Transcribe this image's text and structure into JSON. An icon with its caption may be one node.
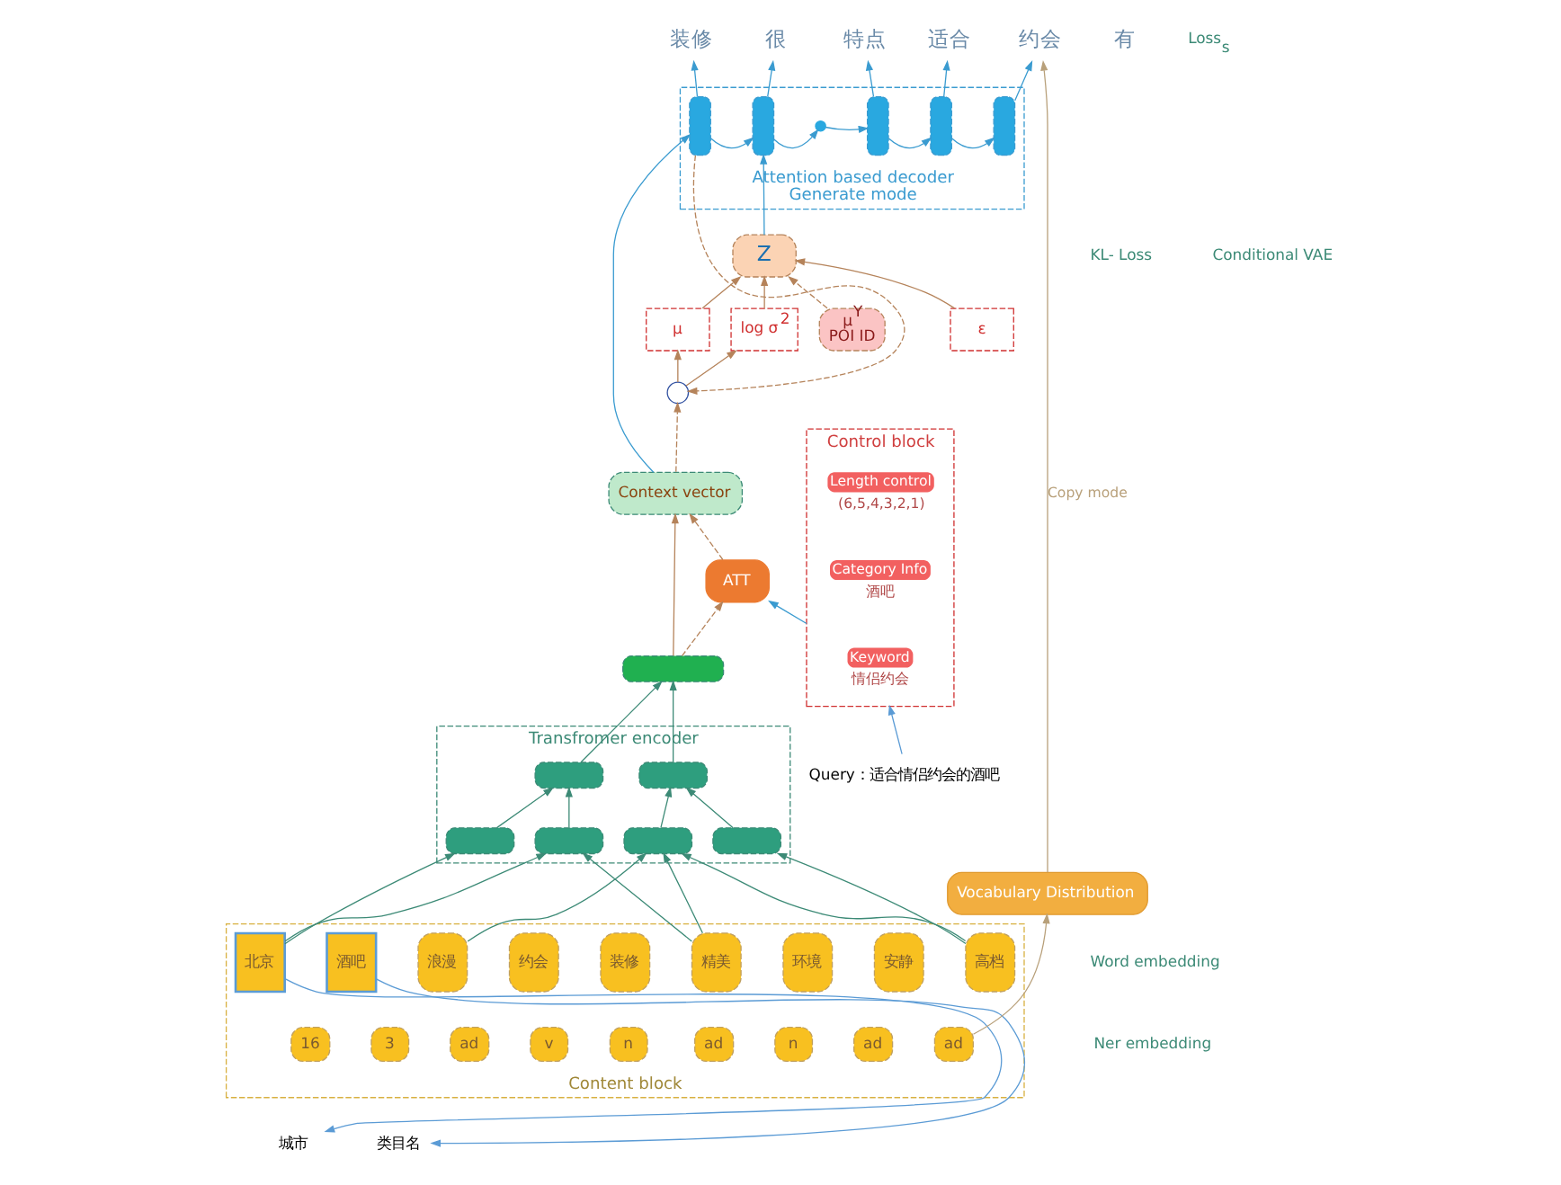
{
  "diagram": {
    "nodes": [
      {
        "text": [
          "装修"
        ]
      },
      {
        "text": [
          "很"
        ]
      },
      {
        "text": [
          "有"
        ]
      },
      {
        "text": [
          "特点"
        ]
      },
      {
        "text": [
          "适合"
        ]
      },
      {
        "text": [
          "约会"
        ]
      },
      {
        "text": [
          "Z"
        ]
      },
      {
        "text": [
          "Attention based decoder",
          "Generate mode"
        ]
      },
      {
        "text": [],
        "shape": "box",
        "in": 7
      },
      {
        "text": [],
        "shape": "box",
        "in": 7
      },
      {
        "text": [],
        "shape": "dots",
        "in": 7
      },
      {
        "text": [],
        "shape": "box",
        "in": 7
      },
      {
        "text": [],
        "shape": "box",
        "in": 7
      },
      {
        "text": [],
        "shape": "box",
        "in": 7
      },
      {
        "text": [
          "ε"
        ]
      },
      {
        "text": [
          "μ"
        ]
      },
      {
        "text": [
          "log σ$^{2}$"
        ]
      },
      {
        "text": [
          "μ$^{Y}$",
          "POI ID"
        ]
      },
      {
        "text": [],
        "shape": "circle"
      },
      {
        "text": [
          "Context vector"
        ]
      },
      {
        "text": [
          "ATT"
        ]
      },
      {
        "text": [],
        "shape": "box"
      },
      {
        "text": [
          "Transfromer encoder"
        ]
      },
      {
        "text": [],
        "shape": "box",
        "in": 22
      },
      {
        "text": [],
        "shape": "box",
        "in": 22
      },
      {
        "text": [],
        "shape": "box",
        "in": 22
      },
      {
        "text": [],
        "shape": "box",
        "in": 22
      },
      {
        "text": [],
        "shape": "box",
        "in": 22
      },
      {
        "text": [],
        "shape": "box",
        "in": 22
      },
      {
        "text": [
          "Control block"
        ]
      },
      {
        "text": [
          "Length control"
        ],
        "beside": [
          "(6,5,4,3,2,1)"
        ],
        "in": 29
      },
      {
        "text": [
          "Category Info"
        ],
        "beside": [
          "酒吧"
        ],
        "in": 29
      },
      {
        "text": [
          "Keyword"
        ],
        "beside": [
          "情侣约会"
        ],
        "in": 29
      },
      {
        "text": [
          "Vocabulary Distribution"
        ]
      },
      {
        "text": [
          "Content block"
        ]
      },
      {
        "text": [
          "北京"
        ],
        "in": 34
      },
      {
        "text": [
          "酒吧"
        ],
        "in": 34
      },
      {
        "text": [
          "浪漫"
        ],
        "in": 34
      },
      {
        "text": [
          "约会"
        ],
        "in": 34
      },
      {
        "text": [
          "装修"
        ],
        "in": 34
      },
      {
        "text": [
          "精美"
        ],
        "in": 34
      },
      {
        "text": [
          "环境"
        ],
        "in": 34
      },
      {
        "text": [
          "安静"
        ],
        "in": 34
      },
      {
        "text": [
          "高档"
        ],
        "in": 34
      },
      {
        "text": [
          "16"
        ],
        "in": 34
      },
      {
        "text": [
          "3"
        ],
        "in": 34
      },
      {
        "text": [
          "ad"
        ],
        "in": 34
      },
      {
        "text": [
          "v"
        ],
        "in": 34
      },
      {
        "text": [
          "n"
        ],
        "in": 34
      },
      {
        "text": [
          "ad"
        ],
        "in": 34
      },
      {
        "text": [
          "n"
        ],
        "in": 34
      },
      {
        "text": [
          "ad"
        ],
        "in": 34
      },
      {
        "text": [
          "ad"
        ],
        "in": 34
      },
      {
        "text": [
          "城市"
        ]
      },
      {
        "text": [
          "类目名"
        ]
      },
      {
        "text": [
          "Query：适合情侣约会的酒吧"
        ]
      }
    ],
    "edges": [
      {
        "from": 17,
        "to": 6,
        "arrow": "to",
        "style": "dashed",
        "color": "#b5835a"
      },
      {
        "from": 14,
        "to": 6,
        "arrow": "to",
        "color": "#b5835a"
      },
      {
        "from": 15,
        "to": 6,
        "arrow": "to",
        "color": "#b5835a"
      },
      {
        "from": 16,
        "to": 6,
        "arrow": "to",
        "color": "#b5835a"
      },
      {
        "from": 18,
        "to": 15,
        "arrow": "to",
        "color": "#b5835a"
      },
      {
        "from": 18,
        "to": 16,
        "arrow": "to",
        "color": "#b5835a"
      },
      {
        "from": 19,
        "to": 18,
        "arrow": "to",
        "style": "dashed",
        "color": "#b5835a"
      },
      {
        "from": 8,
        "to": 18,
        "arrow": "to",
        "style": "dashed",
        "color": "#b5835a"
      },
      {
        "from": 6,
        "to": 9,
        "arrow": "to",
        "color": "#3a9bd0"
      },
      {
        "from": 19,
        "to": 8,
        "arrow": "to",
        "color": "#3a9bd0"
      },
      {
        "from": 8,
        "to": 9,
        "arrow": "to",
        "color": "#3a9bd0"
      },
      {
        "from": 9,
        "to": 10,
        "arrow": "to",
        "color": "#3a9bd0"
      },
      {
        "from": 10,
        "to": 11,
        "arrow": "to",
        "color": "#3a9bd0"
      },
      {
        "from": 11,
        "to": 12,
        "arrow": "to",
        "color": "#3a9bd0"
      },
      {
        "from": 12,
        "to": 13,
        "arrow": "to",
        "color": "#3a9bd0"
      },
      {
        "from": 8,
        "to": 0,
        "arrow": "to",
        "color": "#3a9bd0"
      },
      {
        "from": 9,
        "to": 1,
        "arrow": "to",
        "color": "#3a9bd0"
      },
      {
        "from": 11,
        "to": 3,
        "arrow": "to",
        "color": "#3a9bd0"
      },
      {
        "from": 12,
        "to": 4,
        "arrow": "to",
        "color": "#3a9bd0"
      },
      {
        "from": 13,
        "to": 5,
        "arrow": "to",
        "color": "#3a9bd0"
      },
      {
        "from": 21,
        "to": 19,
        "arrow": "to",
        "color": "#b5835a"
      },
      {
        "from": 21,
        "to": 20,
        "arrow": "to",
        "style": "dashed",
        "color": "#b5835a"
      },
      {
        "from": 20,
        "to": 19,
        "arrow": "to",
        "style": "dashed",
        "color": "#b5835a"
      },
      {
        "from": 29,
        "to": 20,
        "arrow": "to",
        "color": "#3a9bd0"
      },
      {
        "from": 23,
        "to": 21,
        "arrow": "to",
        "color": "#3c8a76"
      },
      {
        "from": 24,
        "to": 21,
        "arrow": "to",
        "color": "#3c8a76"
      },
      {
        "from": 25,
        "to": 23,
        "arrow": "to",
        "color": "#3c8a76"
      },
      {
        "from": 26,
        "to": 23,
        "arrow": "to",
        "color": "#3c8a76"
      },
      {
        "from": 27,
        "to": 24,
        "arrow": "to",
        "color": "#3c8a76"
      },
      {
        "from": 28,
        "to": 24,
        "arrow": "to",
        "color": "#3c8a76"
      },
      {
        "from": 35,
        "to": 25,
        "arrow": "to",
        "color": "#3c8a76"
      },
      {
        "from": 35,
        "to": 26,
        "arrow": "to",
        "color": "#3c8a76"
      },
      {
        "from": 40,
        "to": 26,
        "arrow": "to",
        "color": "#3c8a76"
      },
      {
        "from": 37,
        "to": 27,
        "arrow": "to",
        "color": "#3c8a76"
      },
      {
        "from": 40,
        "to": 27,
        "arrow": "to",
        "color": "#3c8a76"
      },
      {
        "from": 43,
        "to": 27,
        "arrow": "to",
        "color": "#3c8a76"
      },
      {
        "from": 43,
        "to": 28,
        "arrow": "to",
        "color": "#3c8a76"
      },
      {
        "from": 52,
        "to": 33,
        "arrow": "to",
        "color": "#b8a07a"
      },
      {
        "from": 33,
        "to": 5,
        "arrow": "to",
        "label": "Copy mode",
        "color": "#b8a07a"
      },
      {
        "from": 35,
        "to": 53,
        "arrow": "to",
        "color": "#5b9bd5"
      },
      {
        "from": 36,
        "to": 54,
        "arrow": "to",
        "color": "#5b9bd5"
      },
      {
        "from": 55,
        "to": 29,
        "arrow": "to",
        "color": "#5b9bd5"
      }
    ],
    "labels": [
      "Conditional VAE",
      "KL- Loss",
      "Loss$_{s}$",
      "Word embedding",
      "Ner embedding"
    ]
  }
}
